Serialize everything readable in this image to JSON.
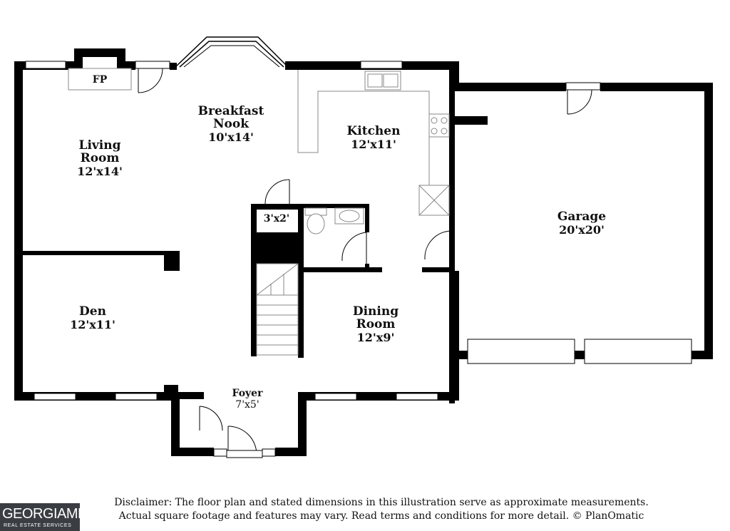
{
  "rooms": {
    "living": {
      "name_line1": "Living",
      "name_line2": "Room",
      "dims": "12'x14'"
    },
    "breakfast": {
      "name_line1": "Breakfast",
      "name_line2": "Nook",
      "dims": "10'x14'"
    },
    "kitchen": {
      "name": "Kitchen",
      "dims": "12'x11'"
    },
    "garage": {
      "name": "Garage",
      "dims": "20'x20'"
    },
    "den": {
      "name": "Den",
      "dims": "12'x11'"
    },
    "dining": {
      "name_line1": "Dining",
      "name_line2": "Room",
      "dims": "12'x9'"
    },
    "foyer": {
      "name": "Foyer",
      "dims": "7'x5'"
    },
    "closet": {
      "dims": "3'x2'"
    },
    "fireplace": {
      "label": "FP"
    }
  },
  "disclaimer": {
    "line1": "Disclaimer: The floor plan and stated dimensions in this illustration serve as approximate measurements.",
    "line2": "Actual square footage and features may vary. Read terms and conditions for more detail. © PlanOmatic"
  },
  "logo": {
    "word": "GEORGIAMLS",
    "tagline": "REAL ESTATE SERVICES"
  },
  "colors": {
    "wall": "#000000",
    "fixture": "#888888",
    "background": "#ffffff",
    "logo_bg": "#3a3d42"
  }
}
